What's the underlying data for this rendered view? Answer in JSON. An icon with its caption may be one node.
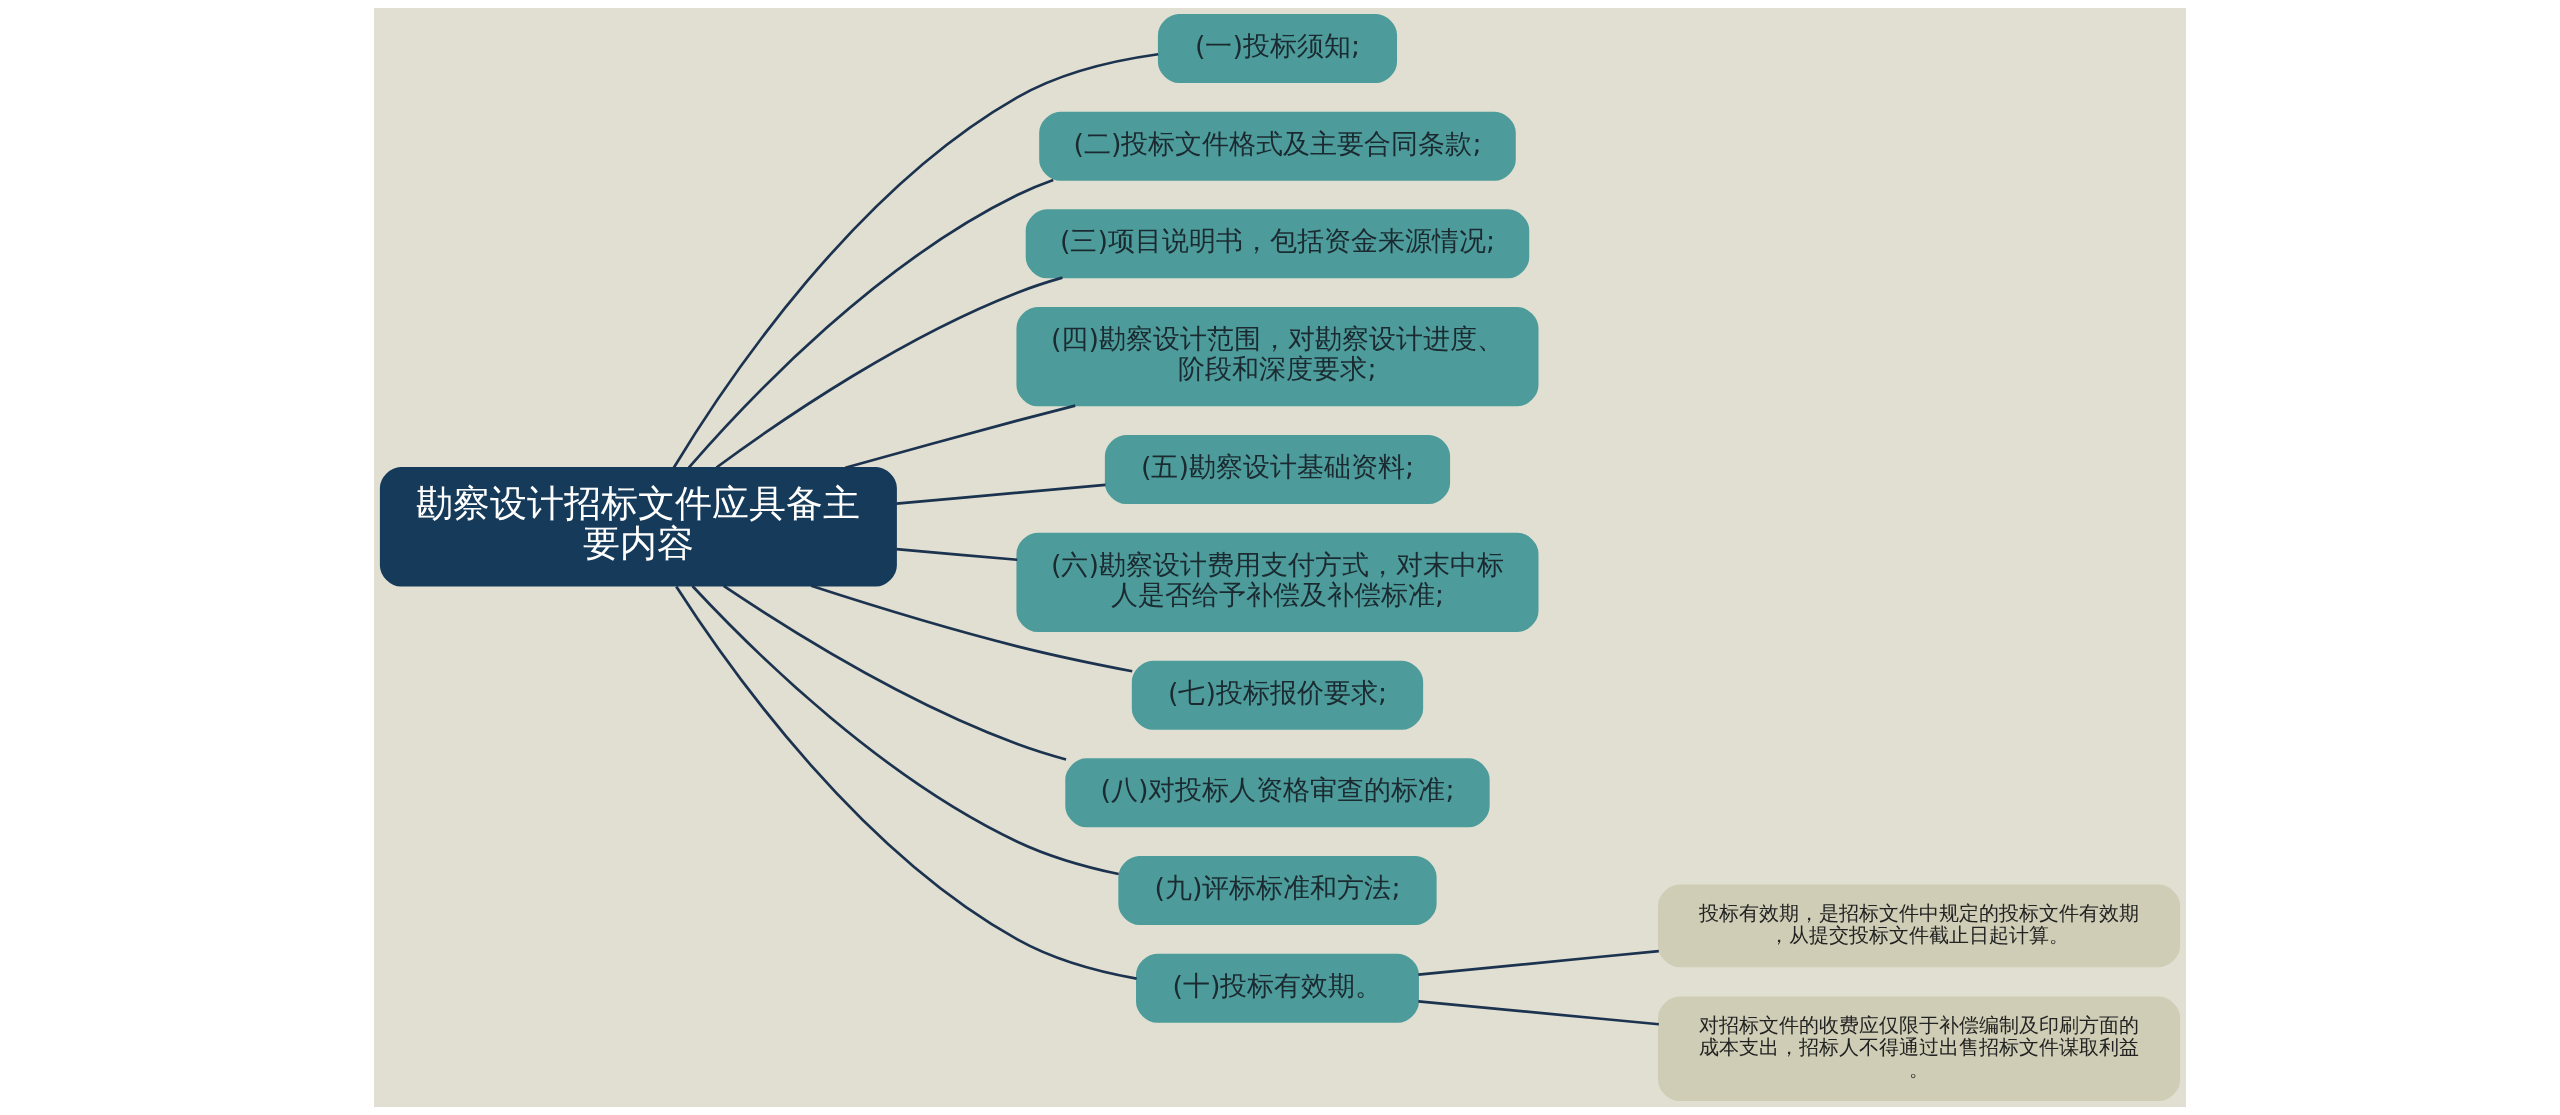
{
  "diagram": {
    "nodes": [
      {
        "text": [
          "勘察设计招标文件应具备主要内容"
        ]
      },
      {
        "text": [
          "(一)投标须知;"
        ]
      },
      {
        "text": [
          "(二)投标文件格式及主要合同条款;"
        ]
      },
      {
        "text": [
          "(三)项目说明书，包括资金来源情况;"
        ]
      },
      {
        "text": [
          "(四)勘察设计范围，对勘察设计进度、阶段和深度要求;"
        ]
      },
      {
        "text": [
          "(五)勘察设计基础资料;"
        ]
      },
      {
        "text": [
          "(六)勘察设计费用支付方式，对末中标人是否给予补偿及补偿标准;"
        ]
      },
      {
        "text": [
          "(七)投标报价要求;"
        ]
      },
      {
        "text": [
          "(八)对投标人资格审查的标准;"
        ]
      },
      {
        "text": [
          "(九)评标标准和方法;"
        ]
      },
      {
        "text": [
          "(十)投标有效期。"
        ]
      },
      {
        "text": [
          "投标有效期，是招标文件中规定的投标文件有效期，从提交投标文件截止日起计算。"
        ]
      },
      {
        "text": [
          "对招标文件的收费应仅限于补偿编制及印刷方面的成本支出，招标人不得通过出售招标文件谋取利益。"
        ]
      }
    ],
    "edges": [
      {
        "from": 0,
        "to": 1,
        "arrow": "none"
      },
      {
        "from": 0,
        "to": 2,
        "arrow": "none"
      },
      {
        "from": 0,
        "to": 3,
        "arrow": "none"
      },
      {
        "from": 0,
        "to": 4,
        "arrow": "none"
      },
      {
        "from": 0,
        "to": 5,
        "arrow": "none"
      },
      {
        "from": 0,
        "to": 6,
        "arrow": "none"
      },
      {
        "from": 0,
        "to": 7,
        "arrow": "none"
      },
      {
        "from": 0,
        "to": 8,
        "arrow": "none"
      },
      {
        "from": 0,
        "to": 9,
        "arrow": "none"
      },
      {
        "from": 0,
        "to": 10,
        "arrow": "none"
      },
      {
        "from": 10,
        "to": 11,
        "arrow": "none"
      },
      {
        "from": 10,
        "to": 12,
        "arrow": "none"
      }
    ]
  }
}
